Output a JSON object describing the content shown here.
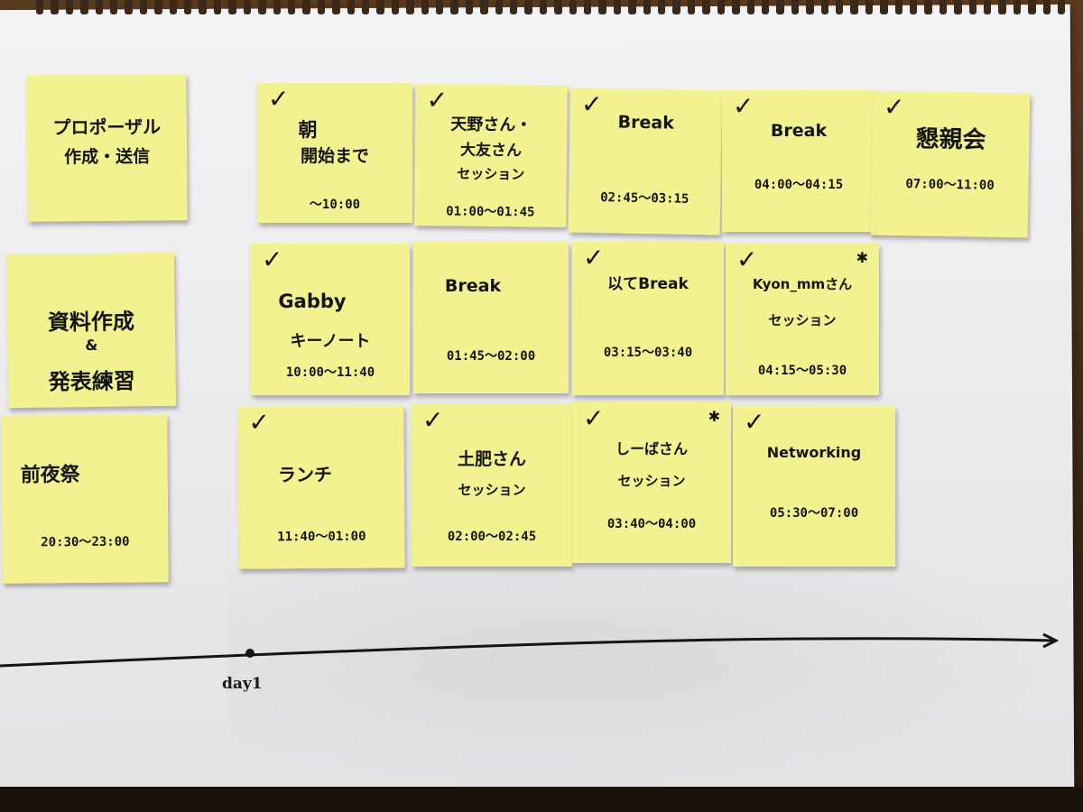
{
  "timeline": {
    "day_label": "day1"
  },
  "left_notes": [
    {
      "lines": [
        "プロポーザル",
        "作成・送信"
      ]
    },
    {
      "lines": [
        "資料作成",
        "&",
        "発表練習"
      ]
    },
    {
      "lines": [
        "前夜祭"
      ],
      "time": "20:30〜23:00"
    }
  ],
  "grid_notes": [
    {
      "lines": [
        "朝",
        "開始まで"
      ],
      "time": "〜10:00"
    },
    {
      "lines": [
        "天野さん・",
        "大友さん",
        "セッション"
      ],
      "time": "01:00〜01:45"
    },
    {
      "lines": [
        "Break"
      ],
      "time": "02:45〜03:15"
    },
    {
      "lines": [
        "Break"
      ],
      "time": "04:00〜04:15"
    },
    {
      "lines": [
        "懇親会"
      ],
      "time": "07:00〜11:00"
    },
    {
      "lines": [
        "Gabby",
        "キーノート"
      ],
      "time": "10:00〜11:40"
    },
    {
      "lines": [
        "Break"
      ],
      "time": "01:45〜02:00"
    },
    {
      "lines": [
        "以てBreak"
      ],
      "time": "03:15〜03:40"
    },
    {
      "lines": [
        "Kyon_mmさん",
        "セッション"
      ],
      "time": "04:15〜05:30"
    },
    {
      "lines": [
        "ランチ"
      ],
      "time": "11:40〜01:00"
    },
    {
      "lines": [
        "土肥さん",
        "セッション"
      ],
      "time": "02:00〜02:45"
    },
    {
      "lines": [
        "しーばさん",
        "セッション"
      ],
      "time": "03:40〜04:00"
    },
    {
      "lines": [
        "Networking"
      ],
      "time": "05:30〜07:00"
    }
  ],
  "colors": {
    "sticky": "#f3f291",
    "paper": "#efeff1",
    "ink": "#141414"
  }
}
